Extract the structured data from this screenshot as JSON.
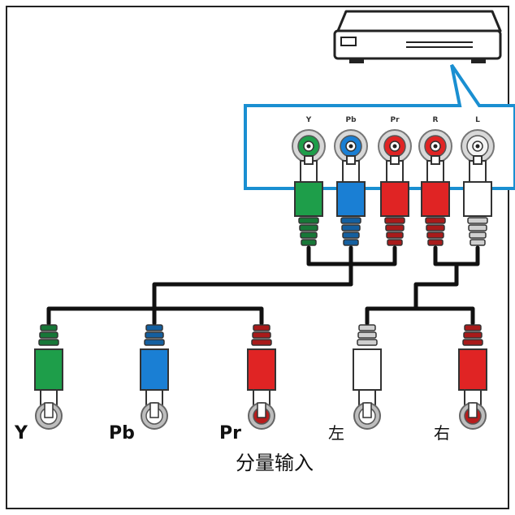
{
  "device": {
    "icon": "dvd-player-icon"
  },
  "panel": {
    "border_color": "#1a8fd1",
    "jacks": [
      {
        "label": "Y",
        "color": "#1e9e4a"
      },
      {
        "label": "Pb",
        "color": "#1a7fd4"
      },
      {
        "label": "Pr",
        "color": "#e02424"
      },
      {
        "label": "R",
        "color": "#e02424"
      },
      {
        "label": "L",
        "color": "#ffffff"
      }
    ]
  },
  "plugs": [
    {
      "label": "Y",
      "color": "#1e9e4a"
    },
    {
      "label": "Pb",
      "color": "#1a7fd4"
    },
    {
      "label": "Pr",
      "color": "#e02424"
    },
    {
      "label": "左",
      "color": "#ffffff"
    },
    {
      "label": "右",
      "color": "#e02424"
    }
  ],
  "caption": "分量输入"
}
